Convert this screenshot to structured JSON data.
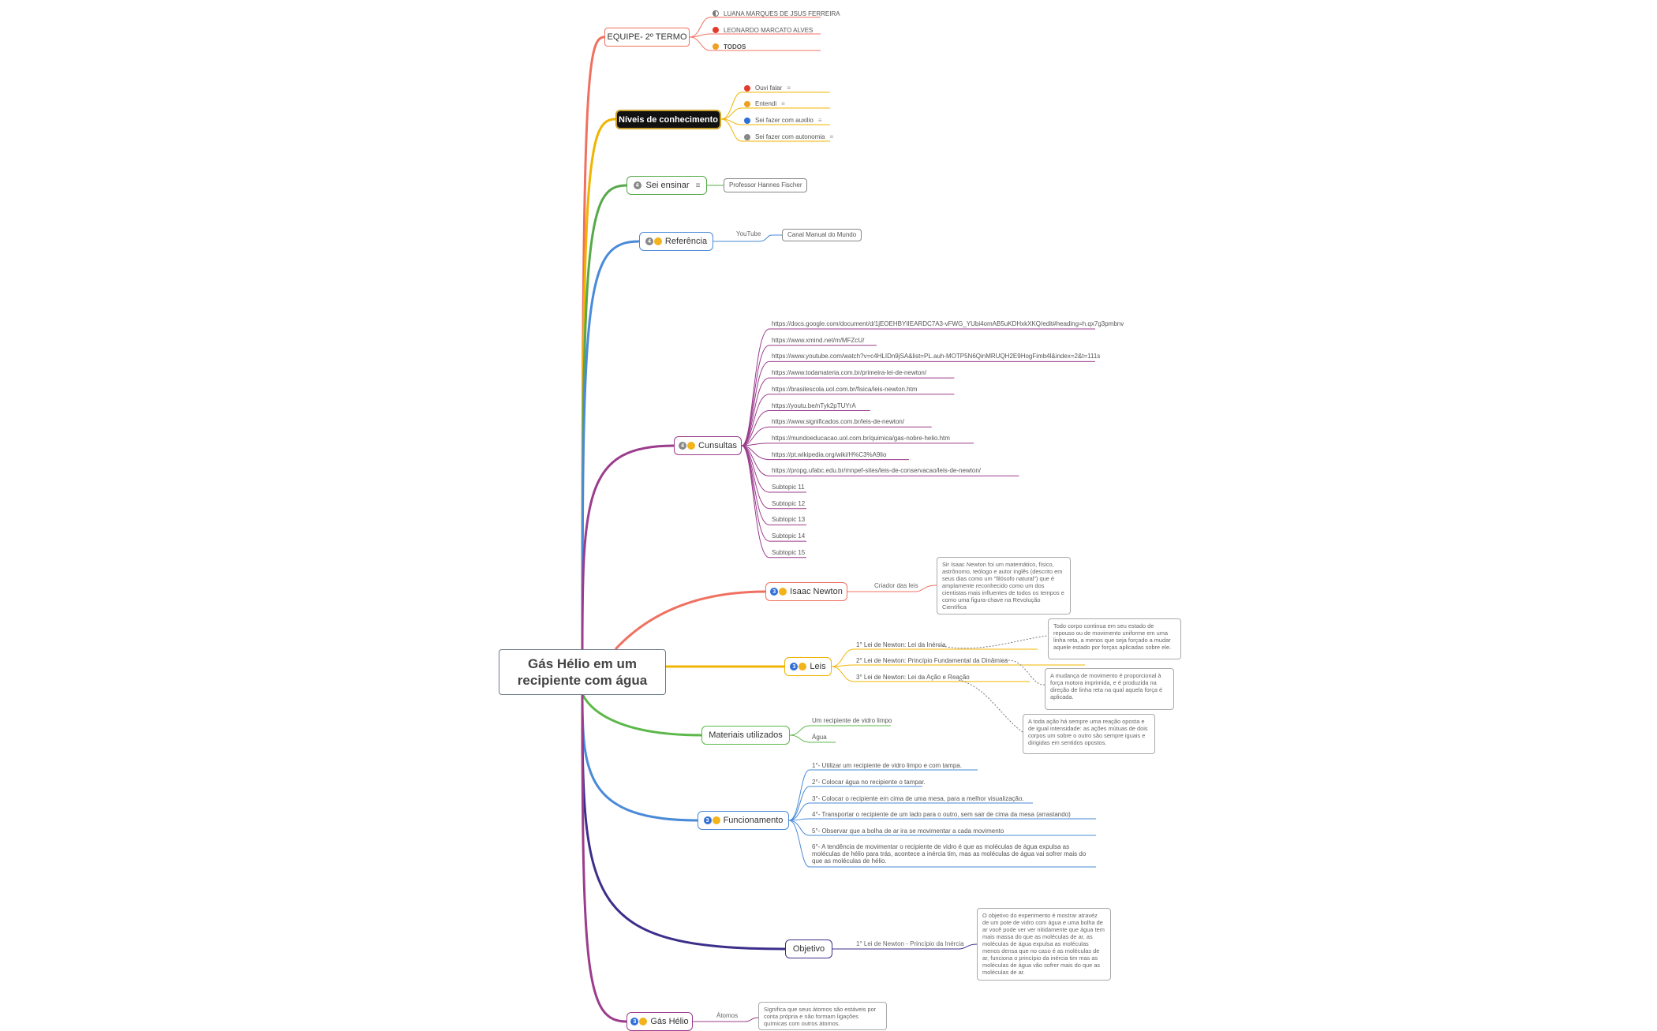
{
  "central": {
    "title": "Gás Hélio em um recipiente com água"
  },
  "equipe": {
    "title": "EQUIPE- 2º TERMO",
    "members": [
      {
        "name": "LUANA MARQUES DE JSUS FERREIRA",
        "icon": "half-circle-icon"
      },
      {
        "name": "LEONARDO MARCATO ALVES",
        "icon": "priority-red-icon"
      },
      {
        "name": "TODOS",
        "icon": "priority-orange-icon"
      }
    ]
  },
  "niveis": {
    "title": "Níveis de conhecimento",
    "items": [
      {
        "label": "Ouvi falar",
        "color": "#e23b2e"
      },
      {
        "label": "Entendi",
        "color": "#f0a020"
      },
      {
        "label": "Sei fazer com auxilio",
        "color": "#2f6fd8"
      },
      {
        "label": "Sei fazer com autonomia",
        "color": "#888888"
      }
    ]
  },
  "sei_ensinar": {
    "title": "Sei ensinar",
    "child": "Professor Hannes Fischer"
  },
  "referencia": {
    "title": "Referência",
    "label": "YouTube",
    "child": "Canal Manual do Mundo"
  },
  "consultas": {
    "title": "Cunsultas",
    "links": [
      "https://docs.google.com/document/d/1jEOEHBYIIEARDC7A3-vFWG_YUbi4omAB5uKDHxkXKQ/edit#heading=h.qx7g3pmbnv",
      "https://www.xmind.net/m/MFZcU/",
      "https://www.youtube.com/watch?v=c4HLIDn9jSA&list=PL.auh-MOTP5N6QinMRUQH2E9HogFimb4l&index=2&t=111s",
      "https://www.todamateria.com.br/primeira-lei-de-newton/",
      "https://brasilescola.uol.com.br/fisica/leis-newton.htm",
      "https://youtu.be/nTyk2pTUYrA",
      "https://www.significados.com.br/leis-de-newton/",
      "https://mundoeducacao.uol.com.br/quimica/gas-nobre-helio.htm",
      "https://pt.wikipedia.org/wiki/H%C3%A9lio",
      "https://propg.ufabc.edu.br/mnpef-sites/leis-de-conservacao/leis-de-newton/",
      "Subtopic 11",
      "Subtopic 12",
      "Subtopic 13",
      "Subtopic 14",
      "Subtopic 15"
    ]
  },
  "newton": {
    "title": "Isaac  Newton",
    "label": "Criador das leis",
    "note": "Sir Isaac Newton foi um matemático, físico, astrônomo, teólogo e autor inglês (descrito em seus dias como um \"filósofo natural\") que é amplamente reconhecido como um dos cientistas mais influentes de todos os tempos e como uma figura-chave na Revolução Científica"
  },
  "leis": {
    "title": "Leis",
    "items": [
      "1° Lei de Newton: Lei da Inércia",
      "2° Lei de Newton: Princípio Fundamental da Dinâmica",
      "3° Lei de Newton: Lei da Ação e Reação"
    ],
    "notes": [
      "Todo corpo continua em seu estado de repouso ou de movimento uniforme em uma linha reta, a menos que seja forçado a mudar aquele estado por forças aplicadas sobre ele.",
      "A mudança de movimento é proporcional à força motora imprimida, e é produzida na direção de linha reta na qual aquela força é aplicada.",
      "A toda ação há sempre uma reação oposta e de igual intensidade: as ações mútuas de dois corpos um sobre o outro são sempre iguais e dirigidas em sentidos opostos."
    ]
  },
  "materiais": {
    "title": "Materiais utilizados",
    "items": [
      "Um recipiente de vidro limpo",
      "Água"
    ]
  },
  "funcionamento": {
    "title": "Funcionamento",
    "steps": [
      "1°- Utilizar um recipiente de vidro limpo e com tampa.",
      "2°- Colocar água no recipiente o tampar.",
      "3°- Colocar o recipiente em cima de uma mesa, para a melhor visualização.",
      "4°- Transportar o recipiente de um lado para o outro, sem sair de cima da mesa (arrastando)",
      "5°- Observar que a bolha de ar ira se movimentar  a cada movimento",
      "6°- A tendência de movimentar o recipiente de vidro é que  as moléculas de água expulsa as moléculas de hélio para trás, acontece  a  inércia tim, mas as moléculas de água vai sofrer mais  do que as moléculas de hélio."
    ]
  },
  "objetivo": {
    "title": "Objetivo",
    "label": "1° Lei de Newton - Princípio da Inércia",
    "note": "O objetivo do experimento é mostrar atravéz de um pote de vidro com água e uma bolha de ar você pode ver  ver nitidamente que água tem mais massa do que as moléculas de ar, as moléculas de água expulsa as moléculas menos densa que no caso é as moléculas de ar, funciona o princípio  da inércia tim mas as moléculas de água vão sofrer mais do que as moléculas de ar."
  },
  "gas_helio": {
    "title": "Gás Hélio",
    "label": "Átomos",
    "note": "Significa que seus átomos são estáveis por conta própria e não formam ligações químicas com outros átomos."
  },
  "colors": {
    "equipe": "#f07060",
    "niveis": "#f0b400",
    "ensinar": "#57a84a",
    "referencia": "#4a8ad8",
    "consultas": "#9b3c8c",
    "newton": "#f07060",
    "leis": "#f0b400",
    "materiais": "#5cb84a",
    "funcionamento": "#4a8ad8",
    "objetivo": "#3b2f8a",
    "gas": "#9b3c8c"
  }
}
